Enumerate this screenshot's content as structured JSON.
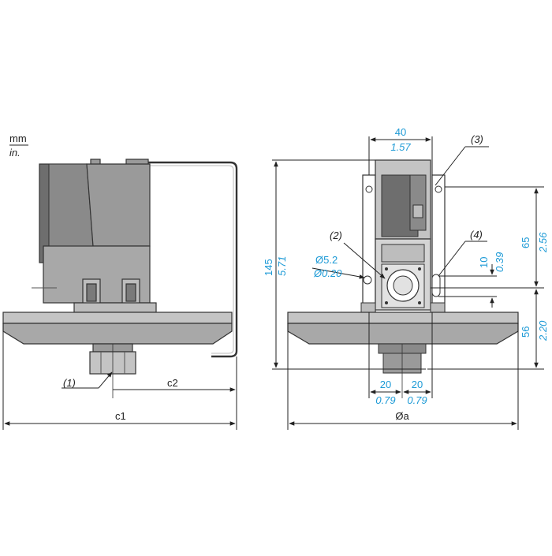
{
  "units": {
    "primary": "mm",
    "secondary": "in."
  },
  "callouts": {
    "c1": "(1)",
    "c2": "(2)",
    "c3": "(3)",
    "c4": "(4)"
  },
  "side_view": {
    "dim_c1": "c1",
    "dim_c2": "c2"
  },
  "front_view": {
    "width_top_mm": "40",
    "width_top_in": "1.57",
    "height_mm": "145",
    "height_in": "5.71",
    "hole_mm": "Ø5.2",
    "hole_in": "Ø0.20",
    "upper_mm": "65",
    "upper_in": "2.56",
    "slot_mm": "10",
    "slot_in": "0.39",
    "lower_mm": "56",
    "lower_in": "2.20",
    "left_mm": "20",
    "left_in": "0.79",
    "right_mm": "20",
    "right_in": "0.79",
    "dia": "Øa"
  },
  "colors": {
    "line": "#222222",
    "dimension_text": "#1d9ad6",
    "light_gray": "#c9c9c9",
    "mid_gray": "#9a9a9a",
    "dark_gray": "#6e6e6e"
  }
}
